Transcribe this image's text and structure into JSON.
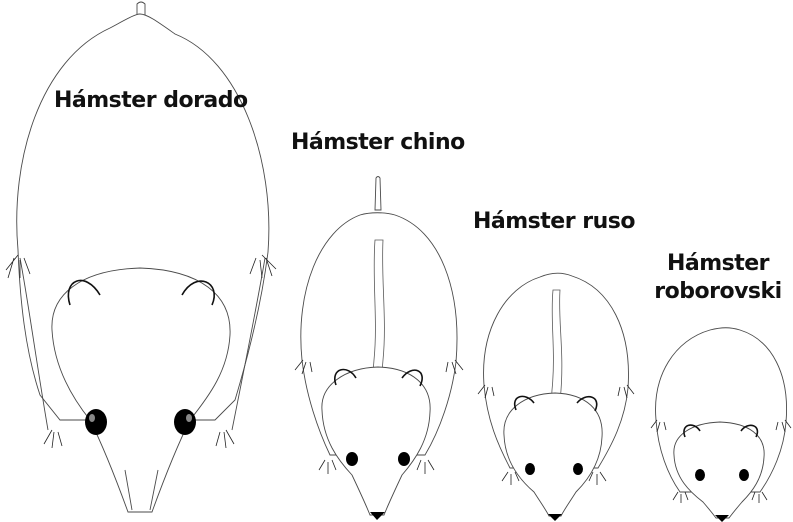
{
  "hamsters": [
    {
      "label": "Hámster dorado"
    },
    {
      "label": "Hámster chino"
    },
    {
      "label": "Hámster ruso"
    },
    {
      "label": "Hámster roborovski"
    }
  ]
}
